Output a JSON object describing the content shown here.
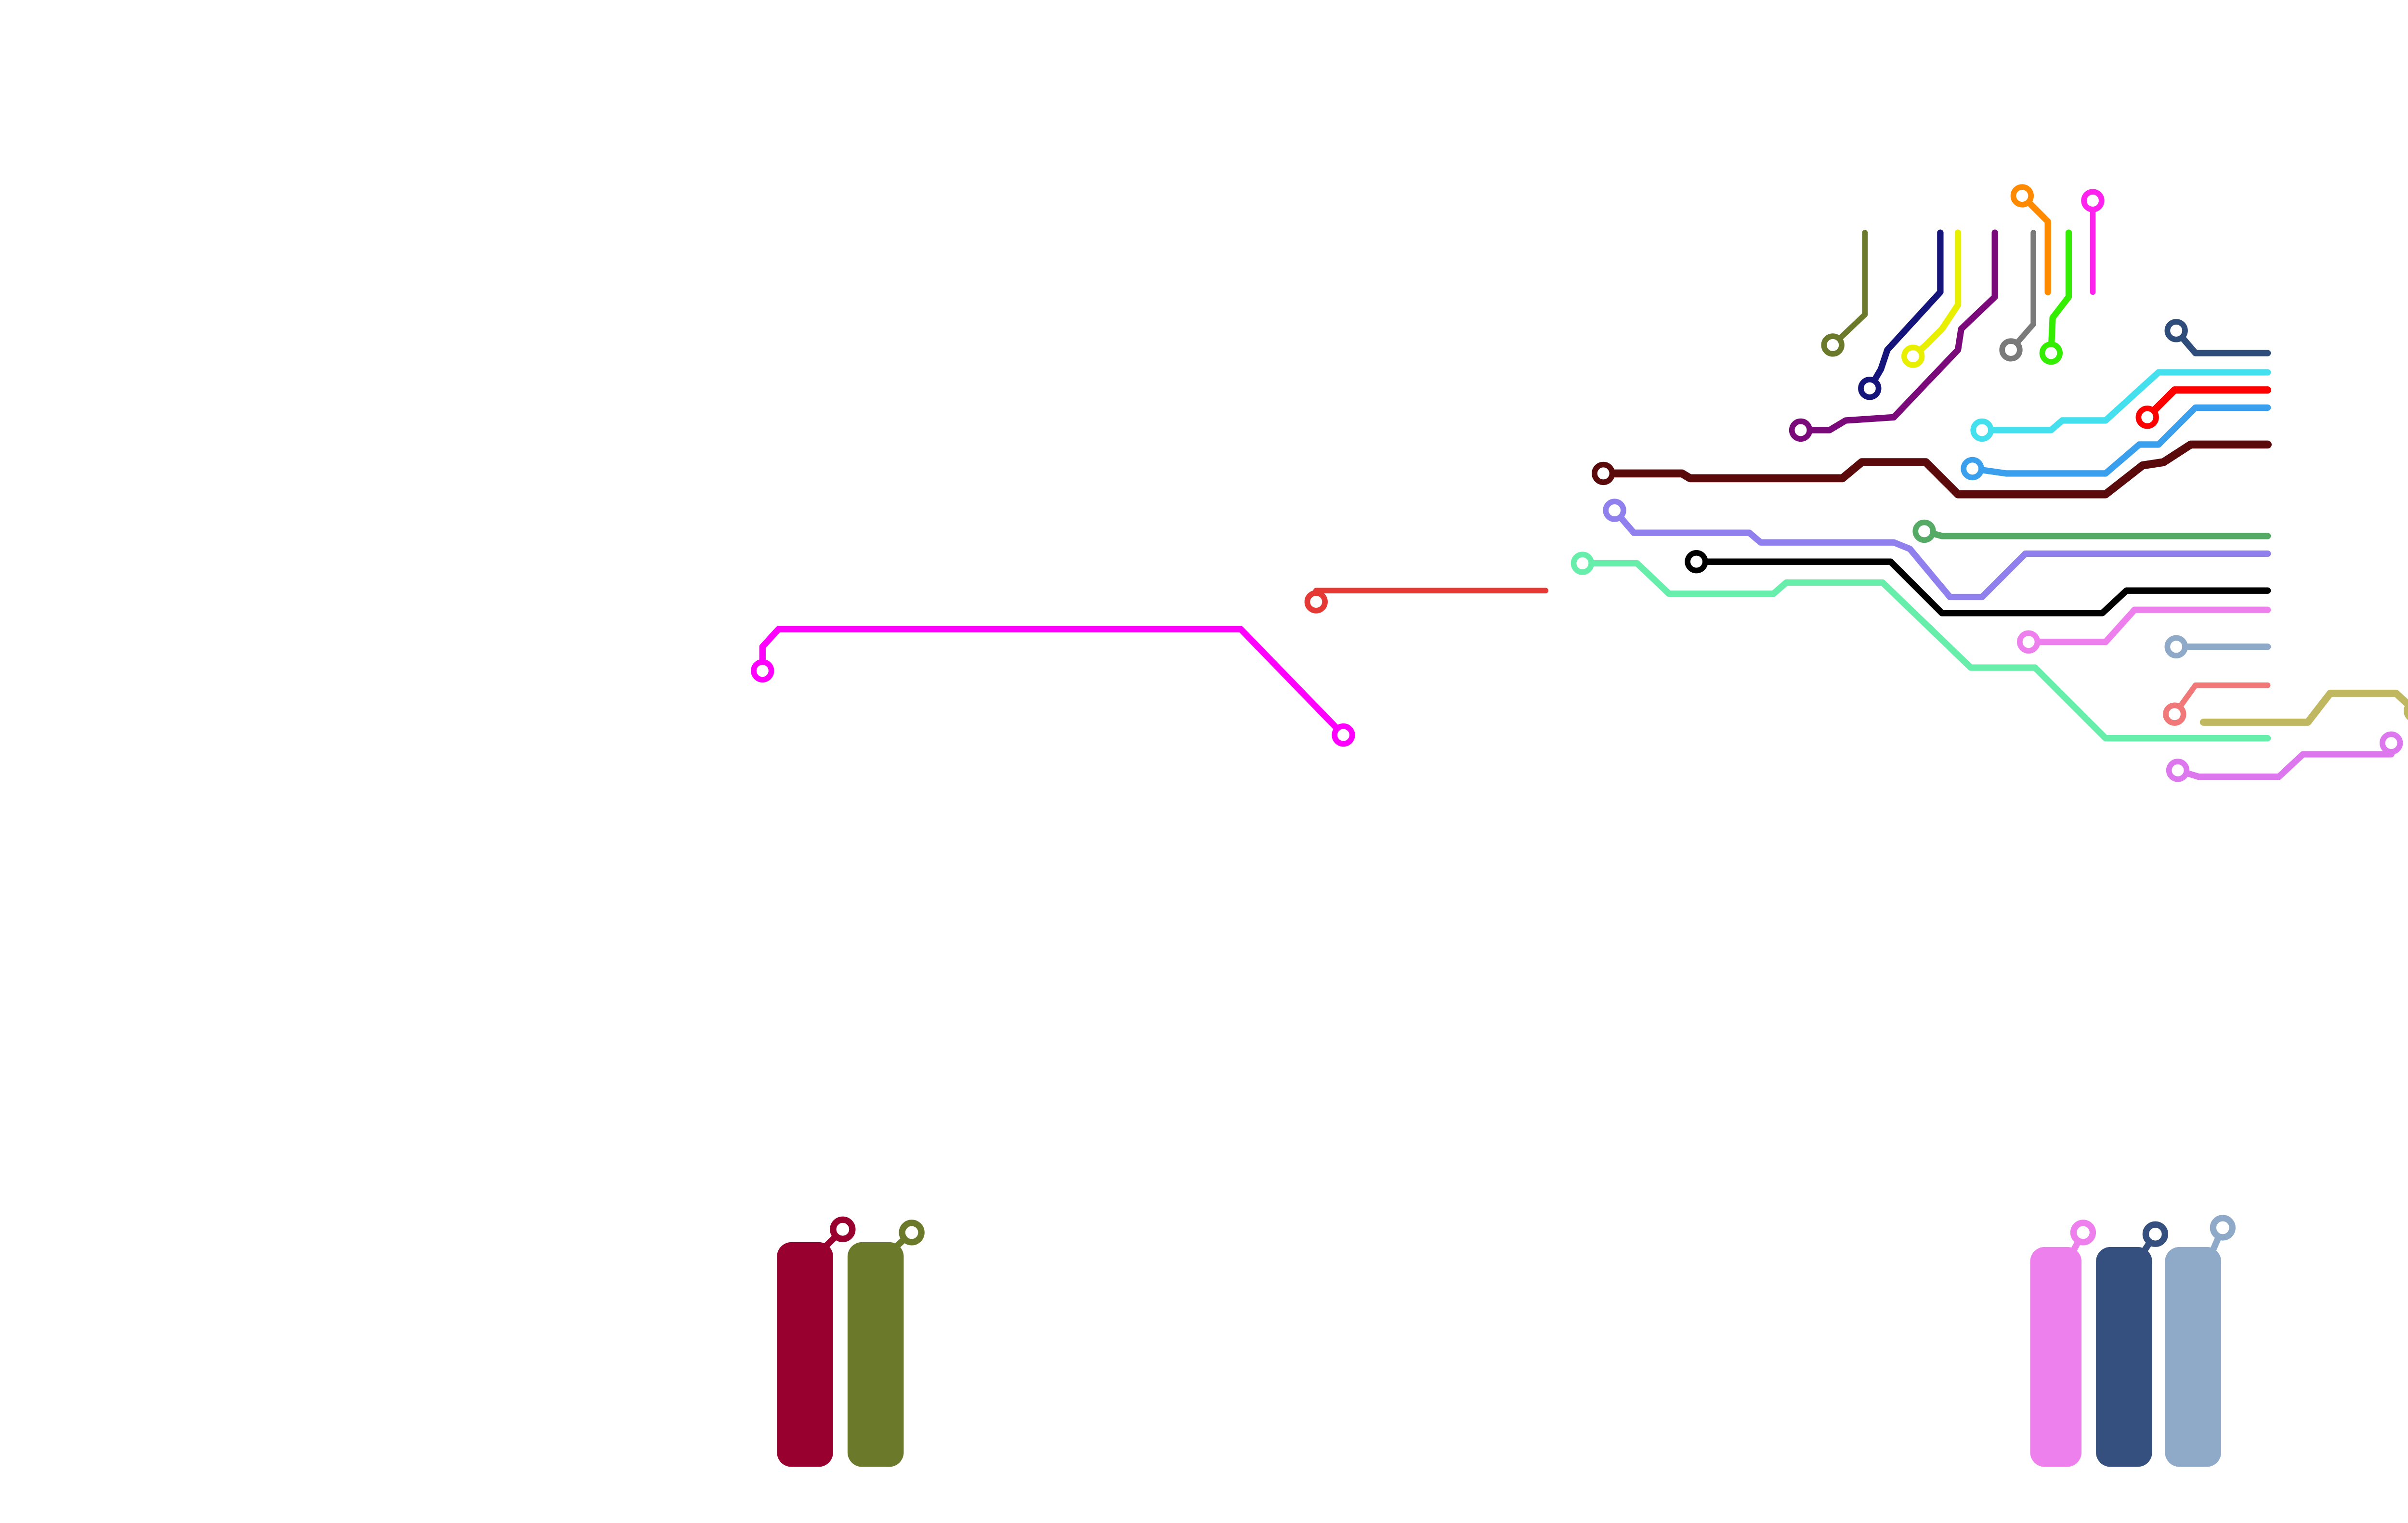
{
  "diagram": {
    "background": "#ffffff",
    "traces": [
      {
        "id": "magenta-long",
        "color": "#ff00ff"
      },
      {
        "id": "red-short",
        "color": "#e53935"
      },
      {
        "id": "olive-vertical",
        "color": "#6b7a2a"
      },
      {
        "id": "navy-vertical",
        "color": "#14147a"
      },
      {
        "id": "yellow-vertical",
        "color": "#e8f000"
      },
      {
        "id": "purple-vertical",
        "color": "#7a0a7a"
      },
      {
        "id": "gray-vertical",
        "color": "#7a7a7a"
      },
      {
        "id": "orange-vertical",
        "color": "#ff8a00"
      },
      {
        "id": "green-vertical",
        "color": "#33ee00"
      },
      {
        "id": "magenta-vertical",
        "color": "#ff22ee"
      },
      {
        "id": "steelblue-horizontal",
        "color": "#2f4d7a"
      },
      {
        "id": "cyan-horizontal",
        "color": "#44e0ee"
      },
      {
        "id": "red-horizontal",
        "color": "#ff0000"
      },
      {
        "id": "skyblue-horizontal",
        "color": "#3aa0ee"
      },
      {
        "id": "maroon-horizontal",
        "color": "#5a0a0a"
      },
      {
        "id": "green-horizontal",
        "color": "#55aa66"
      },
      {
        "id": "lavender-horizontal",
        "color": "#9080ee"
      },
      {
        "id": "black-horizontal",
        "color": "#000000"
      },
      {
        "id": "mint-horizontal",
        "color": "#66eeaa"
      },
      {
        "id": "violet-horizontal",
        "color": "#ee80ee"
      },
      {
        "id": "lightsteel-horizontal",
        "color": "#8faac8"
      },
      {
        "id": "salmon-horizontal",
        "color": "#f07878"
      },
      {
        "id": "khaki-horizontal",
        "color": "#c0b860"
      },
      {
        "id": "orchid-horizontal",
        "color": "#dd77ee"
      }
    ],
    "bars": [
      {
        "id": "crimson-bar",
        "color": "#980030"
      },
      {
        "id": "olive-bar",
        "color": "#6b7a2a"
      },
      {
        "id": "pink-bar",
        "color": "#ee80ee"
      },
      {
        "id": "navy-bar",
        "color": "#35507e"
      },
      {
        "id": "lightblue-bar",
        "color": "#8faac8"
      }
    ]
  }
}
